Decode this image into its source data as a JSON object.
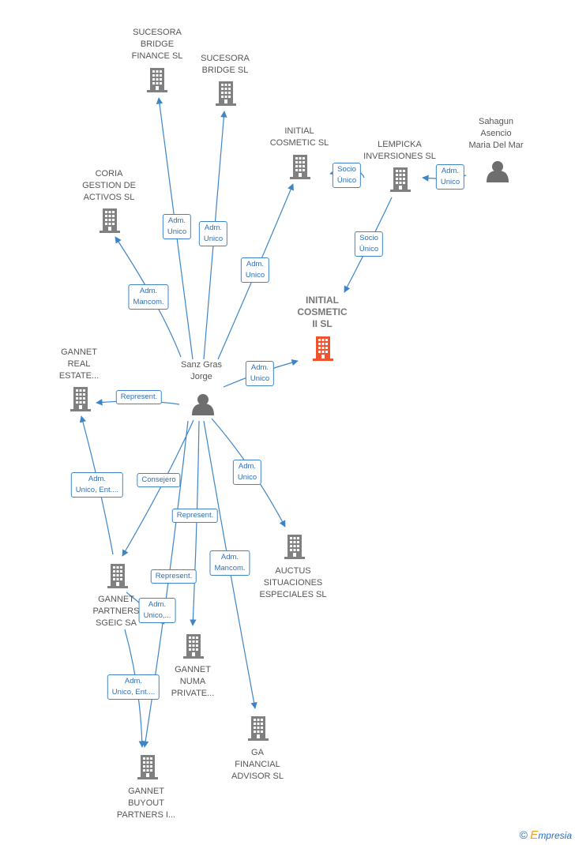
{
  "colors": {
    "edge": "#3d85c6",
    "company": "#808080",
    "focus_company": "#f0532d",
    "person": "#6e6e6e"
  },
  "nodes": [
    {
      "id": "sucesora_bridge_finance",
      "type": "company",
      "label": "SUCESORA\nBRIDGE\nFINANCE SL"
    },
    {
      "id": "sucesora_bridge",
      "type": "company",
      "label": "SUCESORA\nBRIDGE SL"
    },
    {
      "id": "initial_cosmetic",
      "type": "company",
      "label": "INITIAL\nCOSMETIC SL"
    },
    {
      "id": "lempicka",
      "type": "company",
      "label": "LEMPICKA\nINVERSIONES SL"
    },
    {
      "id": "sahagun",
      "type": "person",
      "label": "Sahagun\nAsencio\nMaria Del Mar"
    },
    {
      "id": "coria",
      "type": "company",
      "label": "CORIA\nGESTION DE\nACTIVOS SL"
    },
    {
      "id": "initial_cosmetic_ii",
      "type": "focus",
      "label": "INITIAL\nCOSMETIC\nII SL"
    },
    {
      "id": "gannet_real_estate",
      "type": "company",
      "label": "GANNET\nREAL\nESTATE..."
    },
    {
      "id": "sanz_gras",
      "type": "person",
      "label": "Sanz Gras\nJorge"
    },
    {
      "id": "auctus",
      "type": "company",
      "label": "AUCTUS\nSITUACIONES\nESPECIALES SL"
    },
    {
      "id": "gannet_partners",
      "type": "company",
      "label": "GANNET\nPARTNERS\nSGEIC SA"
    },
    {
      "id": "gannet_numa",
      "type": "company",
      "label": "GANNET\nNUMA\nPRIVATE..."
    },
    {
      "id": "ga_financial",
      "type": "company",
      "label": "GA\nFINANCIAL\nADVISOR SL"
    },
    {
      "id": "gannet_buyout",
      "type": "company",
      "label": "GANNET\nBUYOUT\nPARTNERS I..."
    }
  ],
  "edges": [
    {
      "from": "sanz_gras",
      "to": "sucesora_bridge_finance",
      "label": "Adm.\nUnico"
    },
    {
      "from": "sanz_gras",
      "to": "sucesora_bridge",
      "label": "Adm.\nUnico"
    },
    {
      "from": "sanz_gras",
      "to": "initial_cosmetic",
      "label": "Adm.\nUnico"
    },
    {
      "from": "lempicka",
      "to": "initial_cosmetic",
      "label": "Socio\nÚnico"
    },
    {
      "from": "sahagun",
      "to": "lempicka",
      "label": "Adm.\nUnico"
    },
    {
      "from": "lempicka",
      "to": "initial_cosmetic_ii",
      "label": "Socio\nÚnico"
    },
    {
      "from": "sanz_gras",
      "to": "coria",
      "label": "Adm.\nMancom."
    },
    {
      "from": "sanz_gras",
      "to": "initial_cosmetic_ii",
      "label": "Adm.\nUnico"
    },
    {
      "from": "sanz_gras",
      "to": "gannet_real_estate",
      "label": "Represent."
    },
    {
      "from": "gannet_partners",
      "to": "gannet_real_estate",
      "label": "Adm.\nUnico, Ent...."
    },
    {
      "from": "sanz_gras",
      "to": "gannet_partners",
      "label": "Consejero"
    },
    {
      "from": "sanz_gras",
      "to": "auctus",
      "label": "Adm.\nUnico"
    },
    {
      "from": "sanz_gras",
      "to": "gannet_numa",
      "label": "Represent."
    },
    {
      "from": "sanz_gras",
      "to": "gannet_buyout",
      "label": "Represent."
    },
    {
      "from": "sanz_gras",
      "to": "ga_financial",
      "label": "Adm.\nMancom."
    },
    {
      "from": "gannet_partners",
      "to": "gannet_numa",
      "label": "Adm.\nUnico,..."
    },
    {
      "from": "gannet_partners",
      "to": "gannet_buyout",
      "label": "Adm.\nUnico, Ent...."
    }
  ],
  "footer": {
    "copyright_symbol": "©",
    "brand_e": "E",
    "brand_rest": "mpresia"
  }
}
